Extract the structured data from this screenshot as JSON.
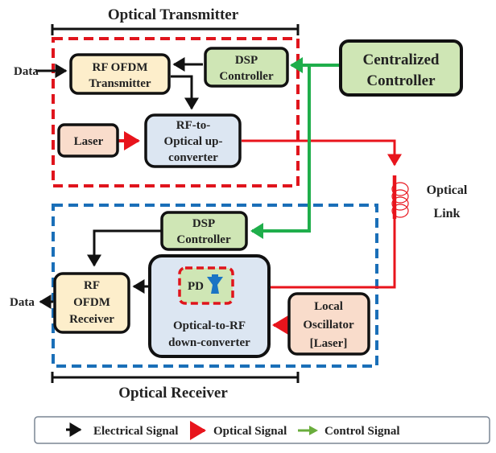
{
  "diagram": {
    "sections": {
      "transmitter_title": "Optical Transmitter",
      "receiver_title": "Optical Receiver"
    },
    "blocks": {
      "rf_ofdm_tx": [
        "RF OFDM",
        "Transmitter"
      ],
      "dsp_tx": [
        "DSP",
        "Controller"
      ],
      "central": [
        "Centralized",
        "Controller"
      ],
      "laser": [
        "Laser"
      ],
      "rf_to_optical": [
        "RF-to-",
        "Optical up-",
        "converter"
      ],
      "dsp_rx": [
        "DSP",
        "Controller"
      ],
      "rf_ofdm_rx": [
        "RF",
        "OFDM",
        "Receiver"
      ],
      "pd": "PD",
      "optical_to_rf": [
        "Optical-to-RF",
        "down-converter"
      ],
      "local_osc": [
        "Local",
        "Oscillator",
        "[Laser]"
      ]
    },
    "labels": {
      "data_in": "Data",
      "data_out": "Data",
      "optical_link": [
        "Optical",
        "Link"
      ]
    },
    "legend": [
      {
        "label": "Electrical Signal",
        "color": "#000000"
      },
      {
        "label": "Optical Signal",
        "color": "#e8141c"
      },
      {
        "label": "Control Signal",
        "color": "#6aad3d"
      }
    ],
    "colors": {
      "electrical": "#111111",
      "optical": "#e8141c",
      "control": "#1fae4b",
      "tx_border": "#e0141c",
      "rx_border": "#1a6fb8",
      "ofdm_fill": "#fdeecb",
      "dsp_fill": "#cfe6b5",
      "laser_fill": "#f9dccb",
      "converter_fill": "#dce6f2",
      "photodiode": "#1a74c4"
    }
  }
}
